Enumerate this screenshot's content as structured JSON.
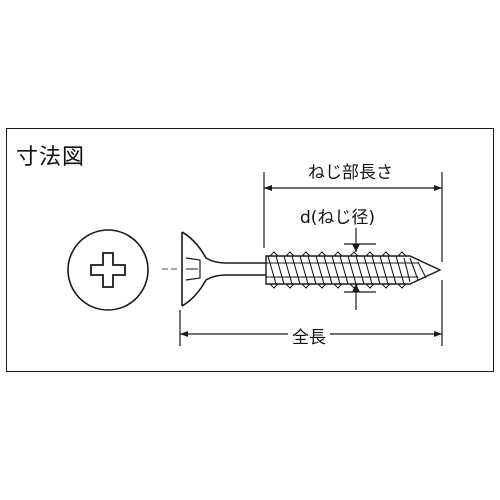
{
  "title": "寸法図",
  "labels": {
    "thread_length": "ねじ部長さ",
    "diameter": "d(ねじ径)",
    "total_length": "全長"
  },
  "icons": {
    "head_view": "phillips-head-circle-icon",
    "screw": "drywall-screw-side-view-icon"
  },
  "colors": {
    "line": "#1a1a1a",
    "background": "#ffffff"
  }
}
